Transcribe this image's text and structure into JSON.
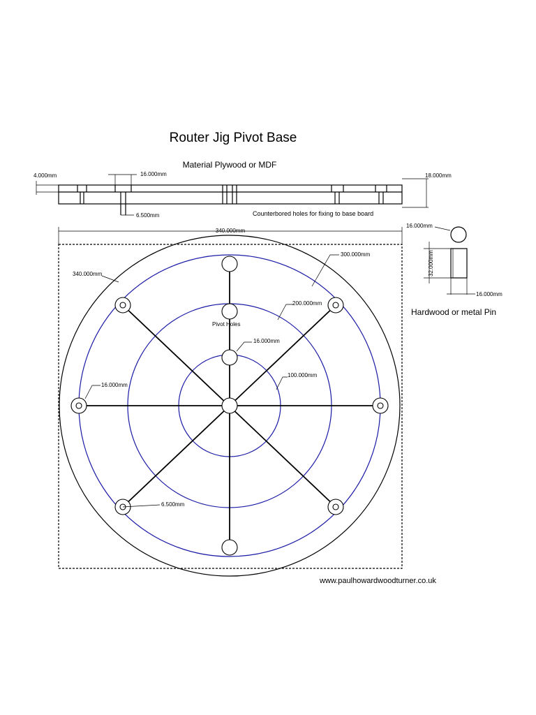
{
  "title": "Router Jig Pivot Base",
  "subtitle": "Material Plywood or MDF",
  "website": "www.paulhowardwoodturner.co.uk",
  "side_view": {
    "dim_left": "4.000mm",
    "dim_top": "16.000mm",
    "dim_bottom": "6.500mm",
    "dim_right": "18.000mm",
    "note": "Counterbored holes for fixing to base board"
  },
  "plan_view": {
    "width_dim": "340.000mm",
    "diameter_dim": "340.000mm",
    "ring_300": "300.000mm",
    "ring_200": "200.000mm",
    "ring_100": "100.000mm",
    "pivot_hole_dim": "16.000mm",
    "outer_hole_dim": "16.000mm",
    "counterbore_dim": "6.500mm",
    "pivot_label": "Pivot Holes"
  },
  "pin": {
    "dia_dim": "16.000mm",
    "length_dim": "32.000mm",
    "width_dim": "16.000mm",
    "label": "Hardwood or metal Pin"
  },
  "colors": {
    "line": "#000000",
    "rings": "#1a1aa6",
    "background": "#ffffff"
  }
}
